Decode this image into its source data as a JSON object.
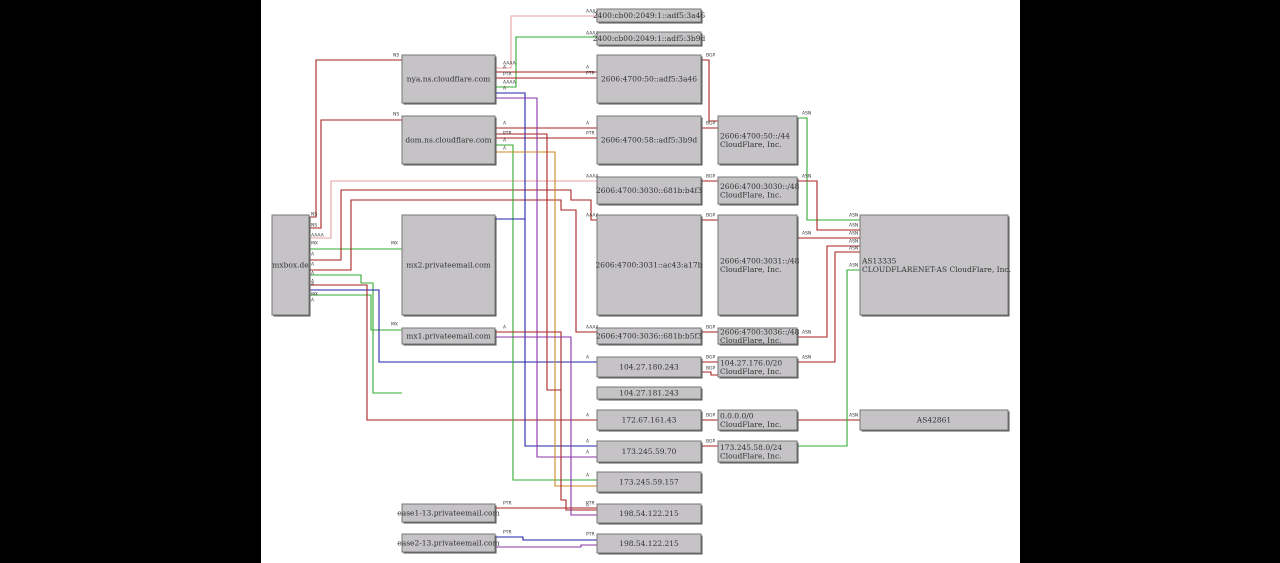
{
  "colors": {
    "red": "#aa2222",
    "lightred": "#e6a0a0",
    "green": "#33aa33",
    "blue": "#2222aa",
    "purple": "#8833aa",
    "orange": "#cc8822",
    "node_fill": "#c5c3c6"
  },
  "nodes": {
    "mxbox": "mxbox.de",
    "nya_ns": "nya.ns.cloudflare.com",
    "dom_ns": "dom.ns.cloudflare.com",
    "mx2": "mx2.privateemail.com",
    "mx1": "mx1.privateemail.com",
    "ex1": "ease1-13.privateemail.com",
    "ex2": "ease2-13.privateemail.com",
    "ip6_a46": "2400:cb00:2049:1::adf5:3a46",
    "ip6_b9d": "2400:cb00:2049:1::adf5:3b9d",
    "ip6_4700_a46": "2606:4700:50::adf5:3a46",
    "ip6_4700_b9d": "2606:4700:58::adf5:3b9d",
    "ip6_3030": "2606:4700:3030::681b:b4f3",
    "ip6_3031": "2606:4700:3031::ac43:a17b",
    "ip6_3036": "2606:4700:3036::681b:b5f3",
    "ip4_180": "104.27.180.243",
    "ip4_181": "104.27.181.243",
    "ip4_172": "172.67.161.43",
    "ip4_173a": "173.245.59.70",
    "ip4_173b": "173.245.59.157",
    "ip4_198a": "198.54.122.215",
    "ip4_198b": "198.54.122.215",
    "pfx_50": [
      "2606:4700:50::/44",
      "CloudFlare, Inc."
    ],
    "pfx_3030": [
      "2606:4700:3030::/48",
      "CloudFlare, Inc."
    ],
    "pfx_3031": [
      "2606:4700:3031::/48",
      "CloudFlare, Inc."
    ],
    "pfx_3036": [
      "2606:4700:3036::/48",
      "CloudFlare, Inc."
    ],
    "pfx_104": [
      "104.27.176.0/20",
      "CloudFlare, Inc."
    ],
    "pfx_000": [
      "0.0.0.0/0",
      "CloudFlare, Inc."
    ],
    "pfx_173": [
      "173.245.58.0/24",
      "CloudFlare, Inc."
    ],
    "as13335": [
      "AS13335",
      "CLOUDFLARENET-AS CloudFlare, Inc."
    ],
    "as42861": "AS42861"
  },
  "edge_labels": {
    "ns": "NS",
    "mx": "MX",
    "a": "A",
    "aaaa": "AAAA",
    "ptr": "PTR",
    "bgp": "BGP",
    "asn": "ASN"
  }
}
